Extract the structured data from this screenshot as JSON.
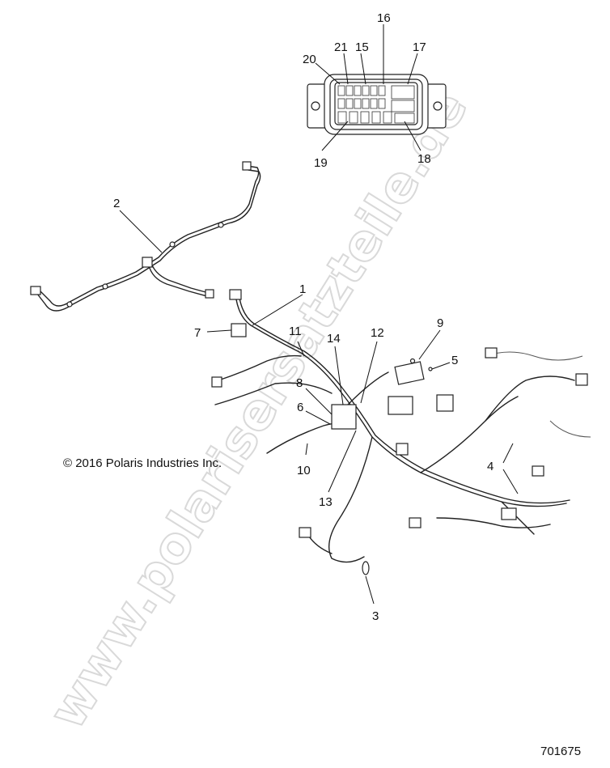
{
  "copyright": "© 2016 Polaris Industries Inc.",
  "part_number": "701675",
  "watermark": "www.polarisersatzteile.de",
  "callouts": [
    {
      "id": "c1",
      "label": "1"
    },
    {
      "id": "c2",
      "label": "2"
    },
    {
      "id": "c3",
      "label": "3"
    },
    {
      "id": "c4",
      "label": "4"
    },
    {
      "id": "c5",
      "label": "5"
    },
    {
      "id": "c6",
      "label": "6"
    },
    {
      "id": "c7",
      "label": "7"
    },
    {
      "id": "c8",
      "label": "8"
    },
    {
      "id": "c9",
      "label": "9"
    },
    {
      "id": "c10",
      "label": "10"
    },
    {
      "id": "c11",
      "label": "11"
    },
    {
      "id": "c12",
      "label": "12"
    },
    {
      "id": "c13",
      "label": "13"
    },
    {
      "id": "c14",
      "label": "14"
    },
    {
      "id": "c15",
      "label": "15"
    },
    {
      "id": "c16",
      "label": "16"
    },
    {
      "id": "c17",
      "label": "17"
    },
    {
      "id": "c18",
      "label": "18"
    },
    {
      "id": "c19",
      "label": "19"
    },
    {
      "id": "c20",
      "label": "20"
    },
    {
      "id": "c21",
      "label": "21"
    }
  ]
}
